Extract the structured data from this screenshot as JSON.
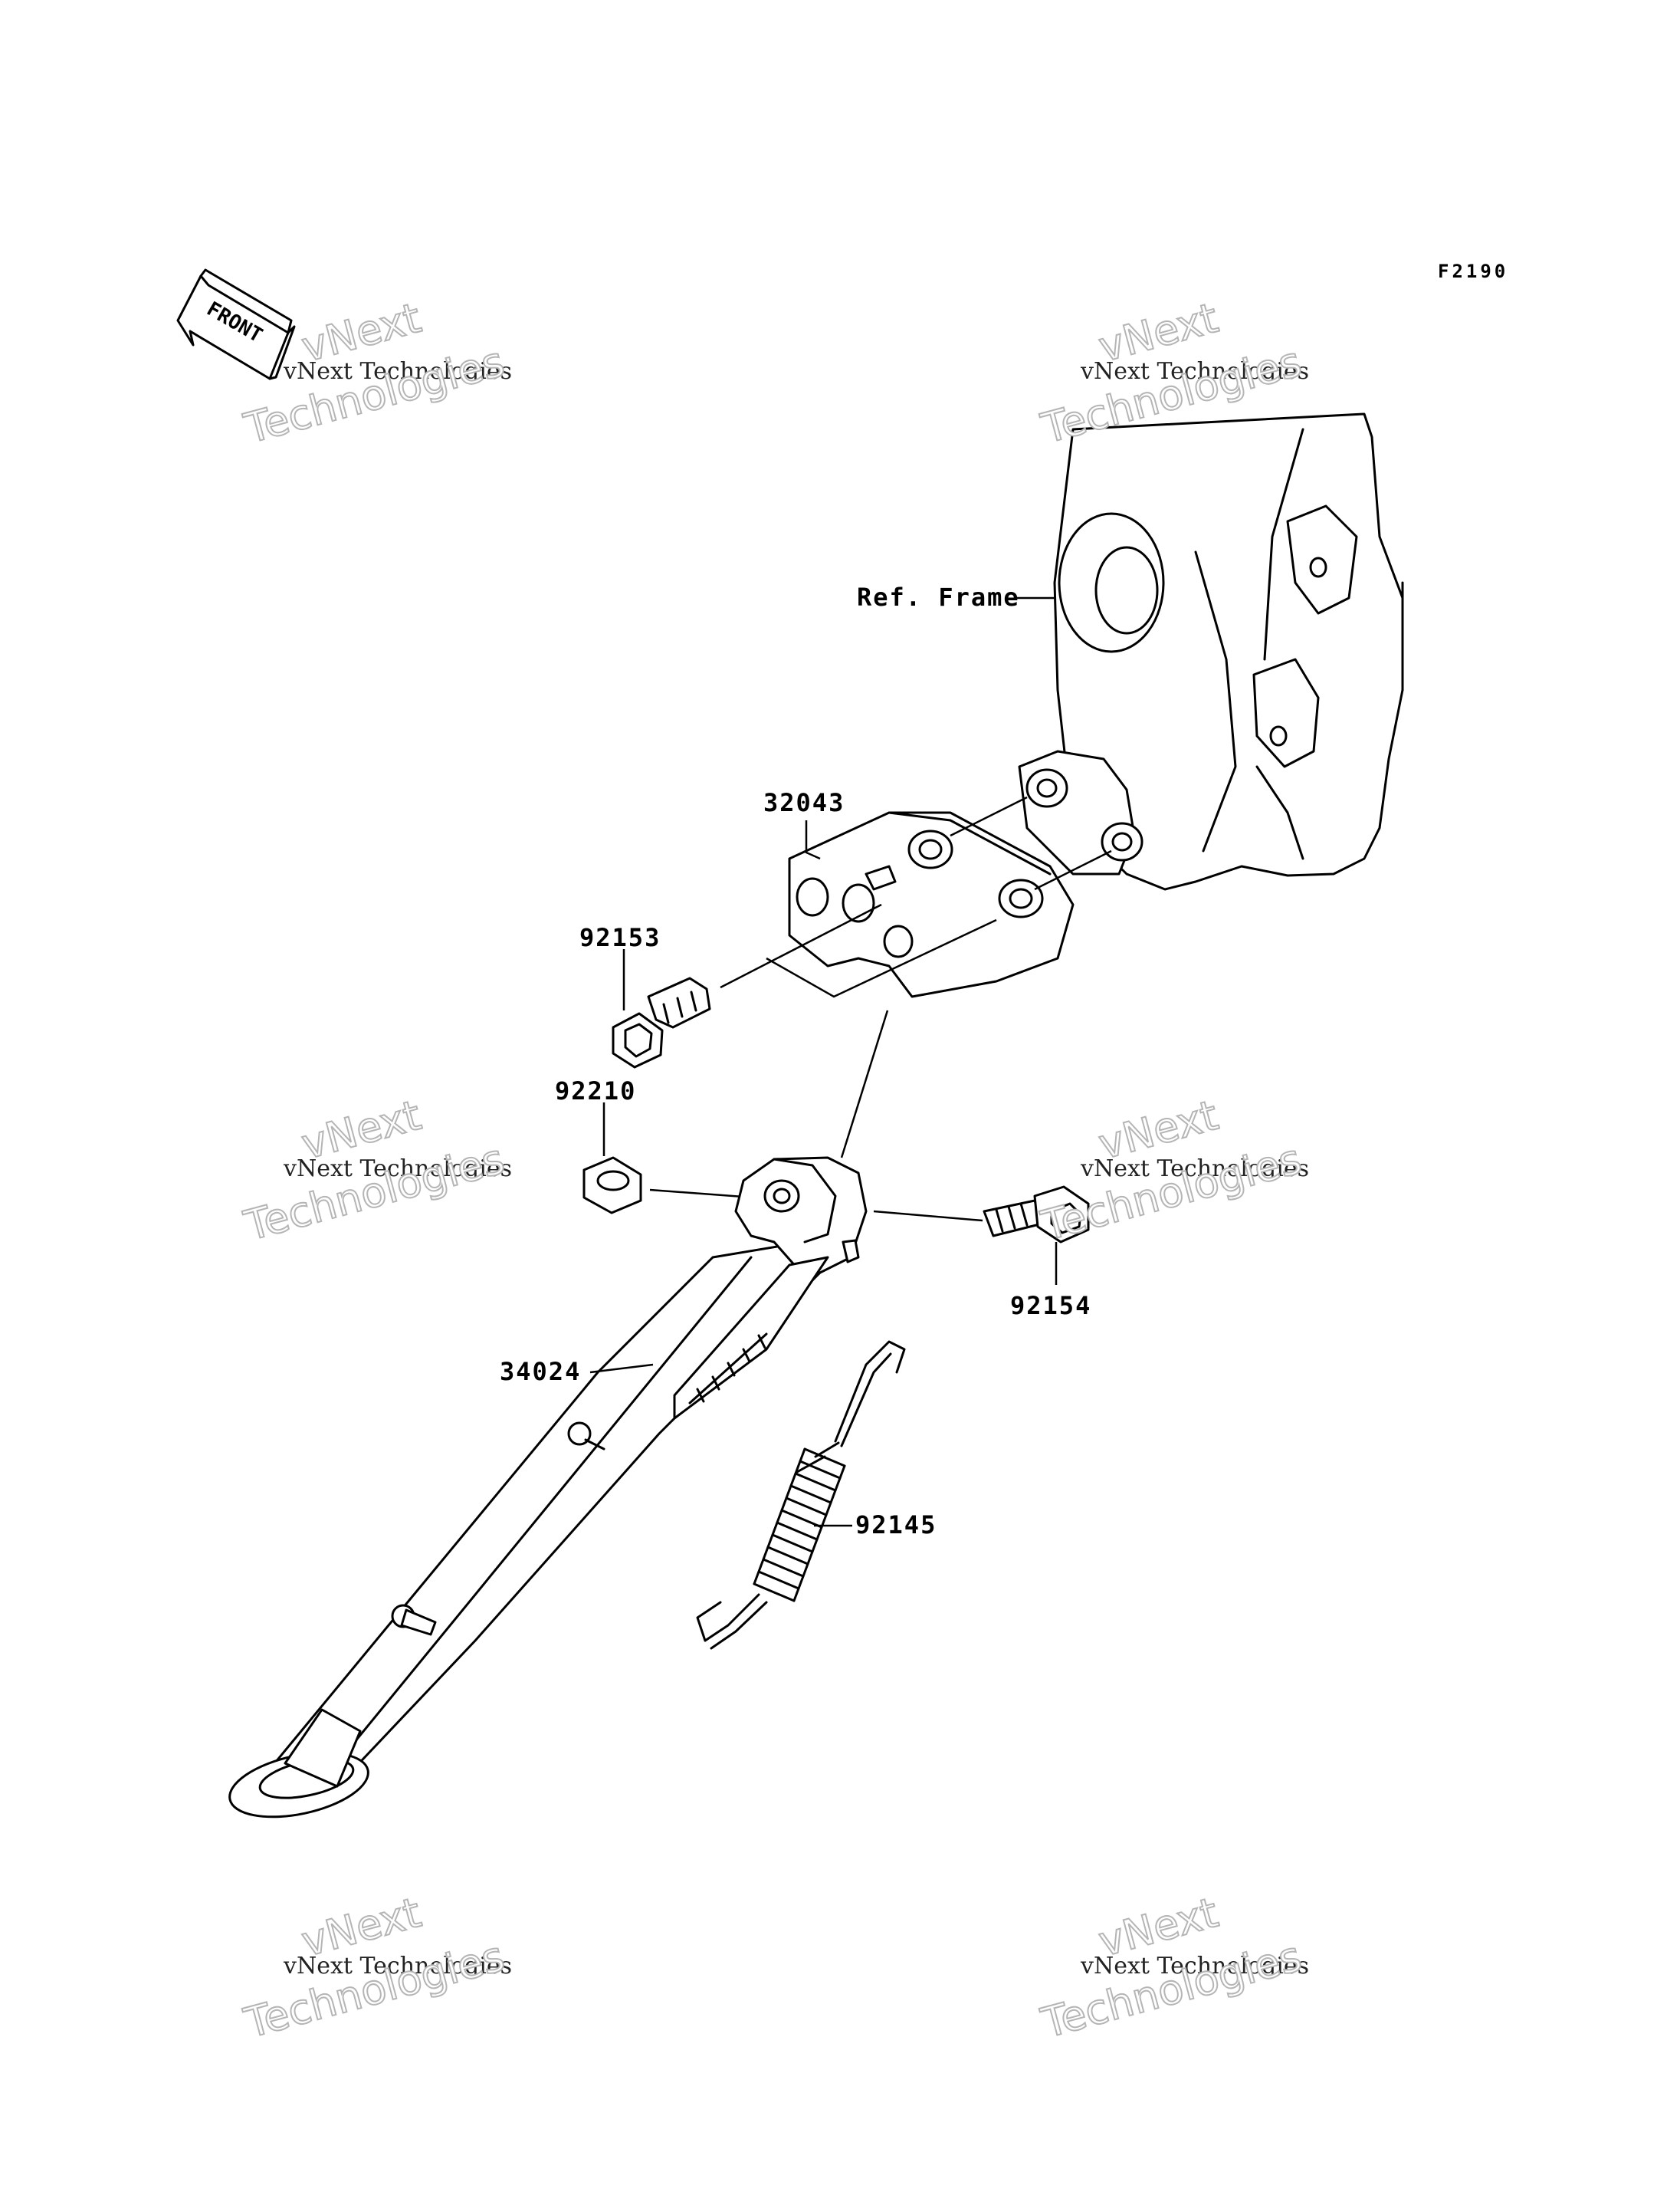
{
  "diagram": {
    "code": "F2190",
    "front_badge": "FRONT",
    "ref_frame_label": "Ref. Frame",
    "parts": {
      "p32043": "32043",
      "p92153": "92153",
      "p92210": "92210",
      "p92154": "92154",
      "p34024": "34024",
      "p92145": "92145"
    }
  },
  "watermark": {
    "line1": "vNext",
    "line2": "vNext Technologies",
    "line3": "Technologies"
  }
}
